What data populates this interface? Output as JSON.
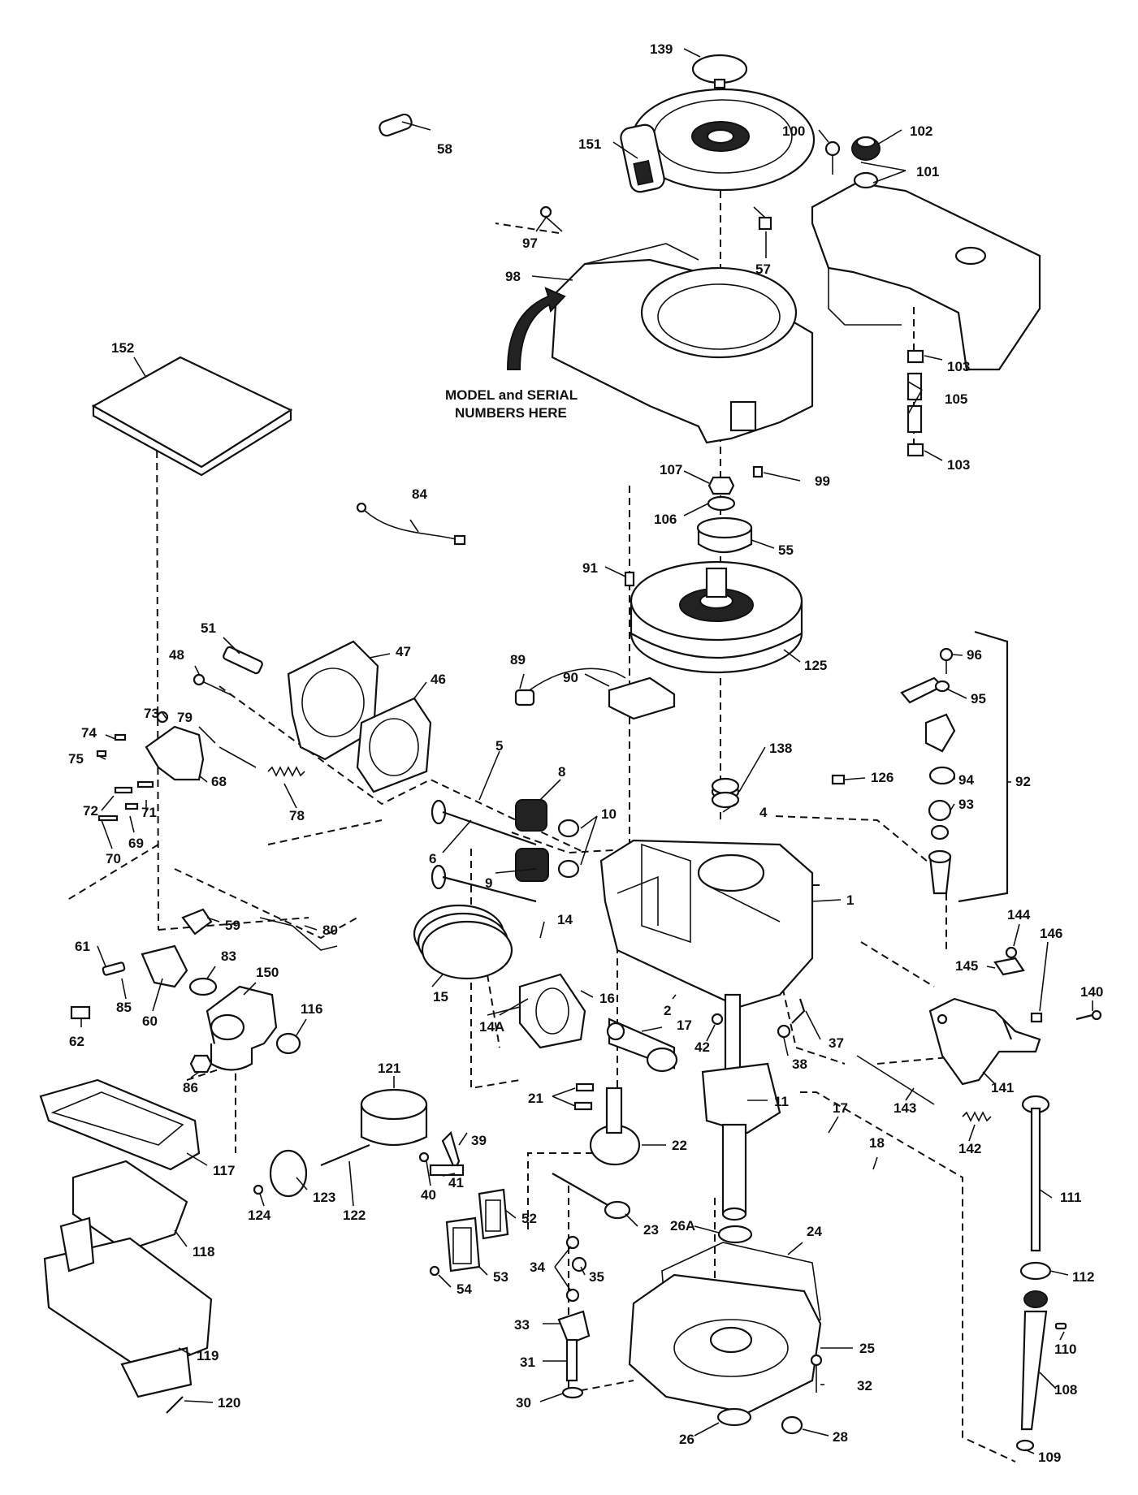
{
  "note": {
    "line1": "MODEL and SERIAL",
    "line2": "NUMBERS HERE"
  },
  "labels": {
    "l139": "139",
    "l58": "58",
    "l151": "151",
    "l100": "100",
    "l102": "102",
    "l101": "101",
    "l97": "97",
    "l57": "57",
    "l98": "98",
    "l152": "152",
    "l103a": "103",
    "l105": "105",
    "l103b": "103",
    "l107": "107",
    "l99": "99",
    "l106": "106",
    "l84": "84",
    "l55": "55",
    "l91": "91",
    "l51": "51",
    "l47": "47",
    "l48": "48",
    "l46": "46",
    "l89": "89",
    "l125": "125",
    "l96": "96",
    "l90": "90",
    "l95": "95",
    "l73": "73",
    "l79": "79",
    "l74": "74",
    "l75": "75",
    "l5": "5",
    "l138": "138",
    "l126": "126",
    "l94": "94",
    "l92": "92",
    "l68": "68",
    "l8": "8",
    "l72": "72",
    "l71": "71",
    "l78": "78",
    "l93": "93",
    "l4": "4",
    "l69": "69",
    "l70": "70",
    "l10": "10",
    "l6": "6",
    "l9": "9",
    "l1": "1",
    "l59": "59",
    "l80": "80",
    "l14": "14",
    "l144": "144",
    "l146": "146",
    "l61": "61",
    "l83": "83",
    "l150": "150",
    "l145": "145",
    "l85": "85",
    "l60": "60",
    "l15": "15",
    "l16": "16",
    "l140": "140",
    "l116": "116",
    "l2": "2",
    "l62": "62",
    "l14A": "14A",
    "l17a": "17",
    "l37": "37",
    "l42": "42",
    "l38": "38",
    "l121": "121",
    "l141": "141",
    "l86": "86",
    "l21": "21",
    "l11": "11",
    "l143": "143",
    "l39": "39",
    "l17b": "17",
    "l117": "117",
    "l18": "18",
    "l142": "142",
    "l22": "22",
    "l41": "41",
    "l40": "40",
    "l122": "122",
    "l111": "111",
    "l26A": "26A",
    "l124": "124",
    "l123": "123",
    "l118": "118",
    "l52": "52",
    "l23": "23",
    "l24": "24",
    "l34": "34",
    "l35": "35",
    "l112": "112",
    "l53": "53",
    "l54": "54",
    "l33": "33",
    "l110": "110",
    "l119": "119",
    "l25": "25",
    "l31": "31",
    "l108": "108",
    "l32": "32",
    "l30": "30",
    "l120": "120",
    "l26": "26",
    "l28": "28",
    "l109": "109"
  }
}
